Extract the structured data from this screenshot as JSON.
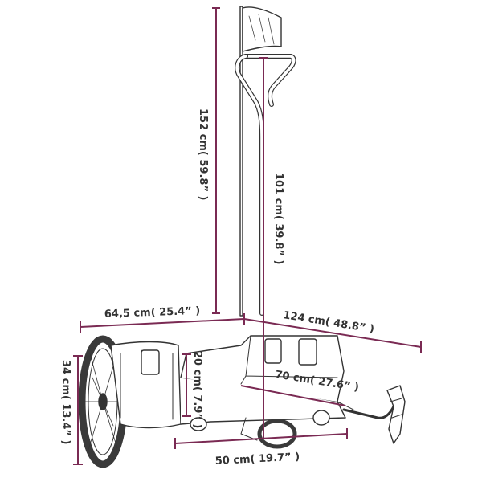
{
  "colors": {
    "dimension": "#7a2a53",
    "outline": "#333333",
    "tire": "#3a3a3a"
  },
  "dimensions": {
    "flag_height": "152 cm( 59.8” )",
    "pole_height": "101 cm( 39.8” )",
    "width": "64,5 cm( 25.4” )",
    "length": "124 cm( 48.8” )",
    "height": "34 cm( 13.4” )",
    "wall_height": "20 cm( 7.9” )",
    "bed_length": "70 cm( 27.6” )",
    "bed_width": "50 cm( 19.7” )"
  }
}
